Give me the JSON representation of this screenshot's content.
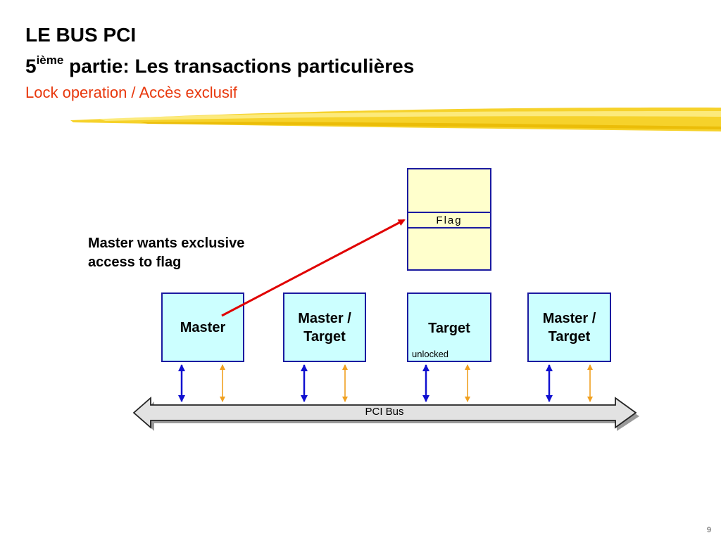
{
  "slide": {
    "title": "LE BUS PCI",
    "heading_number": "5",
    "heading_sup": "ième",
    "heading_rest": " partie: Les transactions particulières",
    "subtitle": "Lock operation / Accès exclusif",
    "page_number": "9"
  },
  "diagram": {
    "note_line1": "Master wants exclusive",
    "note_line2": "access to flag",
    "flag_label": "Flag",
    "bus_label": "PCI Bus",
    "nodes": [
      {
        "line1": "Master",
        "line2": ""
      },
      {
        "line1": "Master /",
        "line2": "Target"
      },
      {
        "line1": "Target",
        "line2": "",
        "status": "unlocked"
      },
      {
        "line1": "Master /",
        "line2": "Target"
      }
    ],
    "colors": {
      "node_fill": "#ccffff",
      "node_border": "#1a1aa0",
      "memory_fill": "#ffffcc",
      "red_arrow": "#e00000",
      "blue_arrow": "#1010d0",
      "orange_arrow": "#f0a020",
      "subtitle": "#e8380d",
      "bus_fill": "#d9d9d9"
    }
  }
}
